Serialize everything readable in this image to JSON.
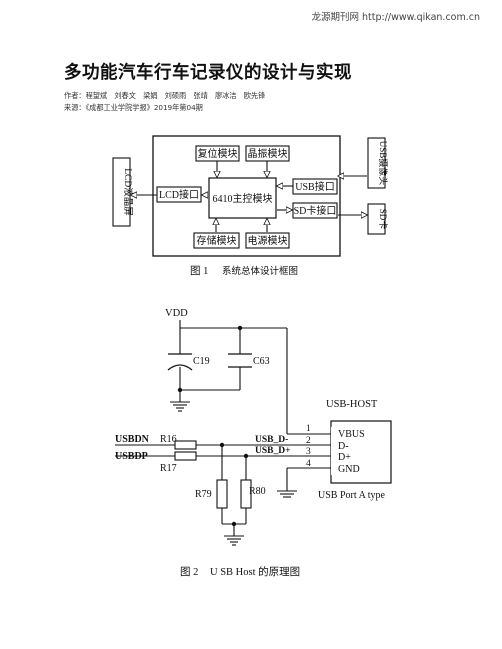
{
  "header": {
    "source_link": "龙源期刊网 http://www.qikan.com.cn"
  },
  "article": {
    "title": "多功能汽车行车记录仪的设计与实现",
    "authors": "作者：程望斌　刘春文　梁娟　刘硕雨　张靖　廖冰洁　欧先锋",
    "source": "来源：《成都工业学院学报》2019年第04期"
  },
  "figure1": {
    "caption_number": "图 1",
    "caption_text": "系统总体设计框图",
    "blocks": {
      "main": "6410主控模块",
      "reset": "复位模块",
      "crystal": "晶振模块",
      "usb_if": "USB接口",
      "sd_if": "SD卡接口",
      "storage": "存储模块",
      "power": "电源模块",
      "lcd_if": "LCD接口",
      "lcd_screen": "LCD液晶屏",
      "usb_camera": "USB摄像头",
      "sd_card": "SD卡"
    }
  },
  "figure2": {
    "caption_number": "图 2",
    "caption_text": "U SB Host 的原理图",
    "labels": {
      "vdd": "VDD",
      "c19": "C19",
      "c63": "C63",
      "usb_host": "USB-HOST",
      "usbdn": "USBDN",
      "usbdp": "USBDP",
      "r16": "R16",
      "r17": "R17",
      "usb_d_minus": "USB_D-",
      "usb_d_plus": "USB_D+",
      "r79": "R79",
      "r80": "R80",
      "pin1": "1",
      "pin2": "2",
      "pin3": "3",
      "pin4": "4",
      "vbus": "VBUS",
      "d_minus": "D-",
      "d_plus": "D+",
      "gnd": "GND",
      "port_type": "USB Port A type"
    }
  }
}
